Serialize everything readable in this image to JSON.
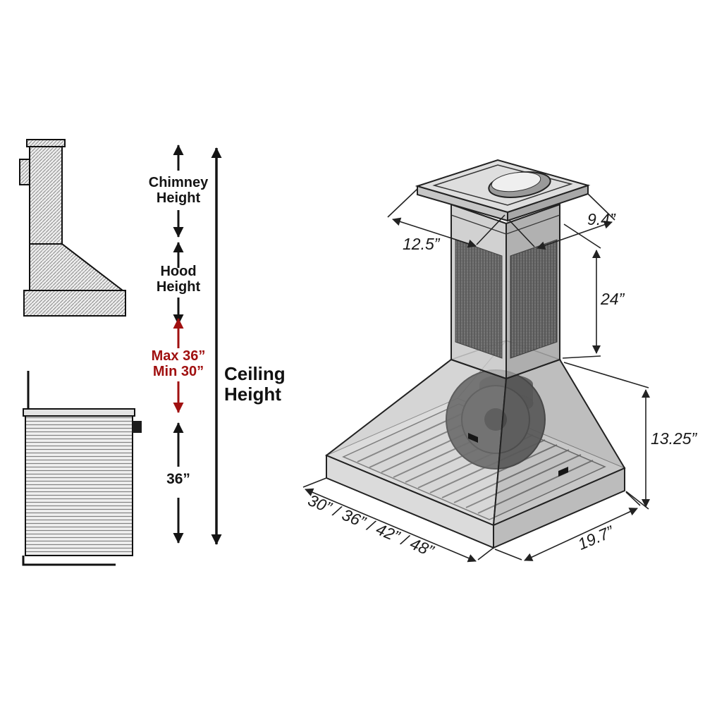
{
  "page": {
    "background": "#ffffff"
  },
  "left_panel": {
    "labels": {
      "chimney_height": "Chimney\nHeight",
      "hood_height": "Hood\nHeight",
      "max_min": "Max 36”\nMin 30”",
      "ceiling_height": "Ceiling\nHeight",
      "range_height": "36”"
    },
    "colors": {
      "dimension_red": "#a01010",
      "line_black": "#141414"
    }
  },
  "right_panel": {
    "dimensions": {
      "top_width": "12.5”",
      "top_depth": "9.4”",
      "chimney_height": "24”",
      "hood_height": "13.25”",
      "hood_widths": "30” / 36” / 42” / 48”",
      "hood_depth": "19.7”"
    }
  }
}
